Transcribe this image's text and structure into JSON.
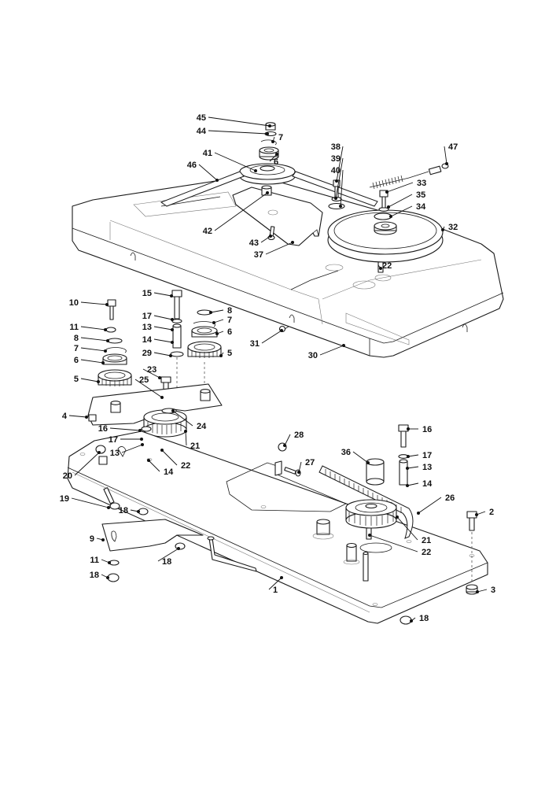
{
  "diagram": {
    "title": "Exploded parts view — transmission cover, pulleys and toothed belt drive",
    "callouts": [
      {
        "id": "45",
        "label": "45"
      },
      {
        "id": "44",
        "label": "44"
      },
      {
        "id": "7a",
        "label": "7"
      },
      {
        "id": "6a",
        "label": "6"
      },
      {
        "id": "41",
        "label": "41"
      },
      {
        "id": "46",
        "label": "46"
      },
      {
        "id": "38",
        "label": "38"
      },
      {
        "id": "39",
        "label": "39"
      },
      {
        "id": "40",
        "label": "40"
      },
      {
        "id": "47",
        "label": "47"
      },
      {
        "id": "33",
        "label": "33"
      },
      {
        "id": "35",
        "label": "35"
      },
      {
        "id": "34",
        "label": "34"
      },
      {
        "id": "32",
        "label": "32"
      },
      {
        "id": "22a",
        "label": "22"
      },
      {
        "id": "42",
        "label": "42"
      },
      {
        "id": "43",
        "label": "43"
      },
      {
        "id": "37",
        "label": "37"
      },
      {
        "id": "31",
        "label": "31"
      },
      {
        "id": "30",
        "label": "30"
      },
      {
        "id": "10",
        "label": "10"
      },
      {
        "id": "11a",
        "label": "11"
      },
      {
        "id": "8a",
        "label": "8"
      },
      {
        "id": "7b",
        "label": "7"
      },
      {
        "id": "6b",
        "label": "6"
      },
      {
        "id": "5a",
        "label": "5"
      },
      {
        "id": "15",
        "label": "15"
      },
      {
        "id": "17a",
        "label": "17"
      },
      {
        "id": "13a",
        "label": "13"
      },
      {
        "id": "14a",
        "label": "14"
      },
      {
        "id": "29",
        "label": "29"
      },
      {
        "id": "8b",
        "label": "8"
      },
      {
        "id": "7c",
        "label": "7"
      },
      {
        "id": "6c",
        "label": "6"
      },
      {
        "id": "5b",
        "label": "5"
      },
      {
        "id": "23",
        "label": "23"
      },
      {
        "id": "25",
        "label": "25"
      },
      {
        "id": "4",
        "label": "4"
      },
      {
        "id": "24",
        "label": "24"
      },
      {
        "id": "16a",
        "label": "16"
      },
      {
        "id": "17b",
        "label": "17"
      },
      {
        "id": "21a",
        "label": "21"
      },
      {
        "id": "13b",
        "label": "13"
      },
      {
        "id": "22b",
        "label": "22"
      },
      {
        "id": "14b",
        "label": "14"
      },
      {
        "id": "20",
        "label": "20"
      },
      {
        "id": "19",
        "label": "19"
      },
      {
        "id": "28",
        "label": "28"
      },
      {
        "id": "27",
        "label": "27"
      },
      {
        "id": "16b",
        "label": "16"
      },
      {
        "id": "36",
        "label": "36"
      },
      {
        "id": "17c",
        "label": "17"
      },
      {
        "id": "13c",
        "label": "13"
      },
      {
        "id": "14c",
        "label": "14"
      },
      {
        "id": "26",
        "label": "26"
      },
      {
        "id": "2",
        "label": "2"
      },
      {
        "id": "21b",
        "label": "21"
      },
      {
        "id": "22c",
        "label": "22"
      },
      {
        "id": "18a",
        "label": "18"
      },
      {
        "id": "9",
        "label": "9"
      },
      {
        "id": "18b",
        "label": "18"
      },
      {
        "id": "11b",
        "label": "11"
      },
      {
        "id": "18c",
        "label": "18"
      },
      {
        "id": "1",
        "label": "1"
      },
      {
        "id": "3",
        "label": "3"
      },
      {
        "id": "18d",
        "label": "18"
      }
    ]
  }
}
